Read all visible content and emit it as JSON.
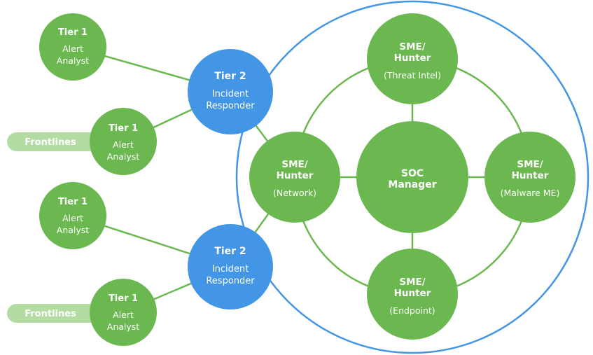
{
  "colors": {
    "green": "#6ab84f",
    "blue": "#4395e6",
    "pill": "#b3dca3",
    "edge_green": "#6ab84f",
    "outer_ring": "#4395e6",
    "text": "#ffffff"
  },
  "pills": [
    {
      "label": "Frontlines"
    },
    {
      "label": "Frontlines"
    }
  ],
  "nodes": {
    "t1a": {
      "title": "Tier 1",
      "lines": [
        "Alert",
        "Analyst"
      ],
      "kind": "tier1"
    },
    "t1b": {
      "title": "Tier 1",
      "lines": [
        "Alert",
        "Analyst"
      ],
      "kind": "tier1"
    },
    "t1c": {
      "title": "Tier 1",
      "lines": [
        "Alert",
        "Analyst"
      ],
      "kind": "tier1"
    },
    "t1d": {
      "title": "Tier 1",
      "lines": [
        "Alert",
        "Analyst"
      ],
      "kind": "tier1"
    },
    "t2a": {
      "title": "Tier 2",
      "lines": [
        "Incident",
        "Responder"
      ],
      "kind": "tier2"
    },
    "t2b": {
      "title": "Tier 2",
      "lines": [
        "Incident",
        "Responder"
      ],
      "kind": "tier2"
    },
    "sme_ti": {
      "title_lines": [
        "SME/",
        "Hunter"
      ],
      "sub": "(Threat Intel)",
      "kind": "sme"
    },
    "sme_net": {
      "title_lines": [
        "SME/",
        "Hunter"
      ],
      "sub": "(Network)",
      "kind": "sme"
    },
    "sme_mal": {
      "title_lines": [
        "SME/",
        "Hunter"
      ],
      "sub": "(Malware ME)",
      "kind": "sme"
    },
    "sme_end": {
      "title_lines": [
        "SME/",
        "Hunter"
      ],
      "sub": "(Endpoint)",
      "kind": "sme"
    },
    "soc": {
      "title_lines": [
        "SOC",
        "Manager"
      ],
      "kind": "manager"
    }
  },
  "edges": [
    [
      "t1a",
      "t2a"
    ],
    [
      "t1b",
      "t2a"
    ],
    [
      "t1c",
      "t2b"
    ],
    [
      "t1d",
      "t2b"
    ],
    [
      "t2a",
      "sme_net"
    ],
    [
      "t2b",
      "sme_net"
    ],
    [
      "sme_ti",
      "soc"
    ],
    [
      "sme_net",
      "soc"
    ],
    [
      "sme_mal",
      "soc"
    ],
    [
      "sme_end",
      "soc"
    ]
  ]
}
